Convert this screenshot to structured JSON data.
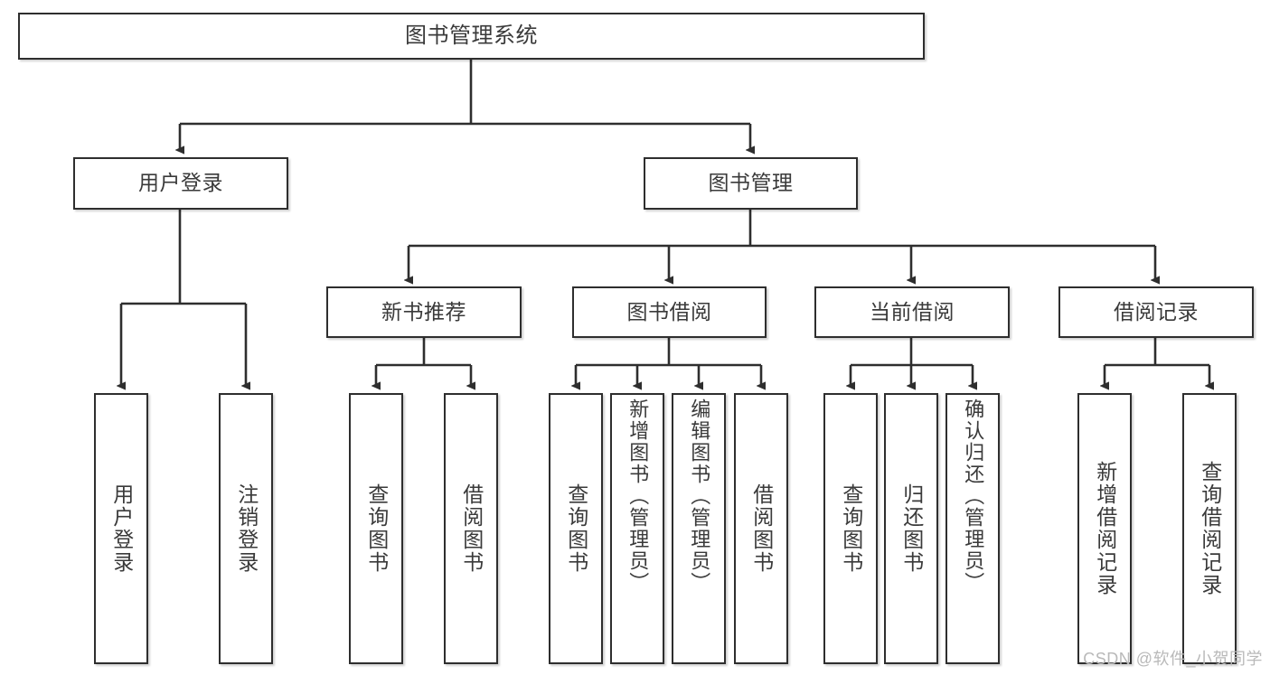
{
  "diagram": {
    "title": "图书管理系统",
    "type": "hierarchy-tree",
    "colors": {
      "box_border": "#2e2e2e",
      "box_fill": "#ffffff",
      "text": "#3a3a3a",
      "edge": "#2e2e2e",
      "watermark": "#b9b9b9",
      "background": "#ffffff"
    },
    "root": {
      "label": "图书管理系统"
    },
    "level2": [
      {
        "label": "用户登录"
      },
      {
        "label": "图书管理"
      }
    ],
    "level3": [
      {
        "label": "新书推荐"
      },
      {
        "label": "图书借阅"
      },
      {
        "label": "当前借阅"
      },
      {
        "label": "借阅记录"
      }
    ],
    "leaves": {
      "user_login": [
        {
          "label": "用户登录"
        },
        {
          "label": "注销登录"
        }
      ],
      "new_book_recommend": [
        {
          "label": "查询图书"
        },
        {
          "label": "借阅图书"
        }
      ],
      "book_borrow": [
        {
          "label": "查询图书"
        },
        {
          "label": "新增图书（管理员）"
        },
        {
          "label": "编辑图书（管理员）"
        },
        {
          "label": "借阅图书"
        }
      ],
      "current_borrow": [
        {
          "label": "查询图书"
        },
        {
          "label": "归还图书"
        },
        {
          "label": "确认归还（管理员）"
        }
      ],
      "borrow_record": [
        {
          "label": "新增借阅记录"
        },
        {
          "label": "查询借阅记录"
        }
      ]
    }
  },
  "watermark": {
    "text": "CSDN @软件_小贺同学"
  }
}
